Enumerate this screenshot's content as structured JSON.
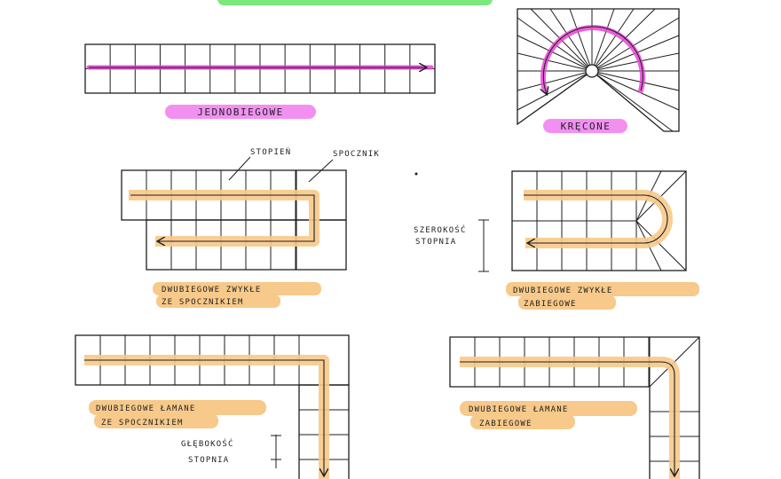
{
  "colors": {
    "ink": "#1e1e1e",
    "pink": "#e645d6",
    "pink_marker": "#f07cf0",
    "orange_marker": "#f7c98a",
    "orange_arrow": "#e69a3a",
    "green_marker": "#7be87b"
  },
  "stairs": {
    "single_run": {
      "label": "JEDNOBIEGOWE"
    },
    "spiral": {
      "label": "KRĘCONE"
    },
    "two_run_landing": {
      "label_line1": "DWUBIEGOWE ZWYKŁE",
      "label_line2": "ZE SPOCZNIKIEM"
    },
    "two_run_winder": {
      "label_line1": "DWUBIEGOWE ZWYKŁE",
      "label_line2": "ZABIEGOWE"
    },
    "l_landing": {
      "label_line1": "DWUBIEGOWE ŁAMANE",
      "label_line2": "ZE SPOCZNIKIEM"
    },
    "l_winder": {
      "label_line1": "DWUBIEGOWE ŁAMANE",
      "label_line2": "ZABIEGOWE"
    }
  },
  "annotations": {
    "step": "STOPIEŃ",
    "landing": "SPOCZNIK",
    "step_width_line1": "SZEROKOŚĆ",
    "step_width_line2": "STOPNIA",
    "step_depth_line1": "GŁĘBOKOŚĆ",
    "step_depth_line2": "STOPNIA"
  }
}
